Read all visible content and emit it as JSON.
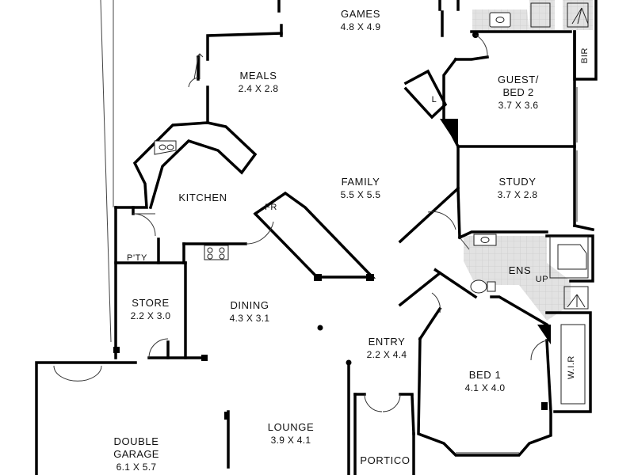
{
  "rooms": {
    "games": {
      "name": "GAMES",
      "dims": "4.8 X 4.9"
    },
    "meals": {
      "name": "MEALS",
      "dims": "2.4 X 2.8"
    },
    "guest": {
      "name": "GUEST/",
      "name2": "BED 2",
      "dims": "3.7 X 3.6"
    },
    "bir": {
      "name": "BIR"
    },
    "linen": {
      "name": "L"
    },
    "kitchen": {
      "name": "KITCHEN"
    },
    "fridge": {
      "name": "FR"
    },
    "family": {
      "name": "FAMILY",
      "dims": "5.5 X 5.5"
    },
    "study": {
      "name": "STUDY",
      "dims": "3.7 X 2.8"
    },
    "pantry": {
      "name": "P'TY"
    },
    "ens": {
      "name": "ENS"
    },
    "stair": {
      "name": "UP"
    },
    "store": {
      "name": "STORE",
      "dims": "2.2 X 3.0"
    },
    "dining": {
      "name": "DINING",
      "dims": "4.3 X 3.1"
    },
    "entry": {
      "name": "ENTRY",
      "dims": "2.2 X 4.4"
    },
    "bed1": {
      "name": "BED 1",
      "dims": "4.1 X 4.0"
    },
    "wir": {
      "name": "W.I.R"
    },
    "garage": {
      "name": "DOUBLE",
      "name2": "GARAGE",
      "dims": "6.1 X 5.7"
    },
    "lounge": {
      "name": "LOUNGE",
      "dims": "3.9 X 4.1"
    },
    "portico": {
      "name": "PORTICO"
    }
  },
  "colors": {
    "wall": "#000000",
    "tile": "#d9d9d9",
    "line": "#333333"
  }
}
